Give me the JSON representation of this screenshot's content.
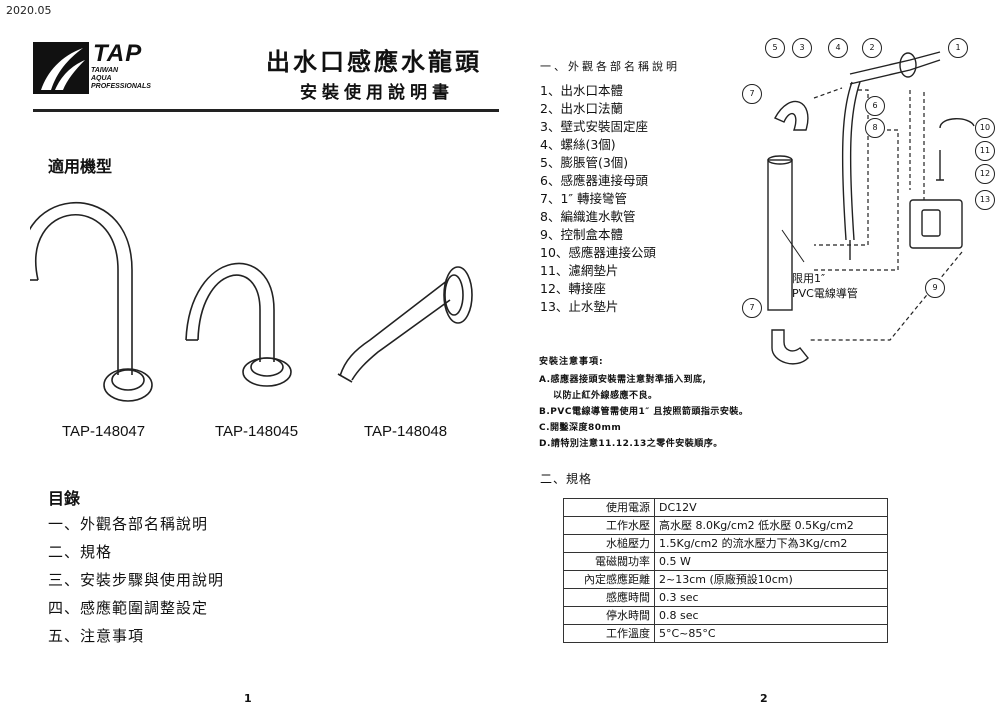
{
  "date": "2020.05",
  "logo": {
    "brand": "TAP",
    "lines": [
      "TAIWAN",
      "AQUA",
      "PROFESSIONALS"
    ]
  },
  "header": {
    "title": "出水口感應水龍頭",
    "subtitle": "安裝使用說明書"
  },
  "applicable": "適用機型",
  "models": [
    "TAP-148047",
    "TAP-148045",
    "TAP-148048"
  ],
  "toc": {
    "title": "目錄",
    "items": [
      "一、外觀各部名稱說明",
      "二、規格",
      "三、安裝步驟與使用說明",
      "四、感應範圍調整設定",
      "五、注意事項"
    ]
  },
  "section1": {
    "title": "一、外觀各部名稱說明",
    "parts": [
      "1、出水口本體",
      "2、出水口法蘭",
      "3、壁式安裝固定座",
      "4、螺絲(3個)",
      "5、膨脹管(3個)",
      "6、感應器連接母頭",
      "7、1″ 轉接彎管",
      "8、編織進水軟管",
      "9、控制盒本體",
      "10、感應器連接公頭",
      "11、濾網墊片",
      "12、轉接座",
      "13、止水墊片"
    ]
  },
  "notes": {
    "title": "安裝注意事項:",
    "items": [
      "A.感應器接頭安裝需注意對準插入到底,",
      "以防止紅外線感應不良。",
      "B.PVC電線導管需使用1″ 且按照箭頭指示安裝。",
      "C.開鑿深度80mm",
      "D.請特別注意11.12.13之零件安裝順序。"
    ]
  },
  "diagram": {
    "pvc_label_1": "限用1″",
    "pvc_label_2": "PVC電線導管",
    "callouts": [
      "5",
      "3",
      "4",
      "2",
      "1",
      "7",
      "6",
      "8",
      "10",
      "11",
      "12",
      "13",
      "9",
      "7"
    ]
  },
  "section2": {
    "title": "二、規格",
    "rows": [
      {
        "k": "使用電源",
        "v": "DC12V"
      },
      {
        "k": "工作水壓",
        "v": "高水壓 8.0Kg/cm2 低水壓 0.5Kg/cm2"
      },
      {
        "k": "水槌壓力",
        "v": "1.5Kg/cm2 的流水壓力下為3Kg/cm2"
      },
      {
        "k": "電磁閥功率",
        "v": "0.5 W"
      },
      {
        "k": "內定感應距離",
        "v": "2~13cm (原廠預設10cm)"
      },
      {
        "k": "感應時間",
        "v": "0.3 sec"
      },
      {
        "k": "停水時間",
        "v": "0.8 sec"
      },
      {
        "k": "工作溫度",
        "v": "5°C~85°C"
      }
    ]
  },
  "pages": [
    "1",
    "2"
  ]
}
